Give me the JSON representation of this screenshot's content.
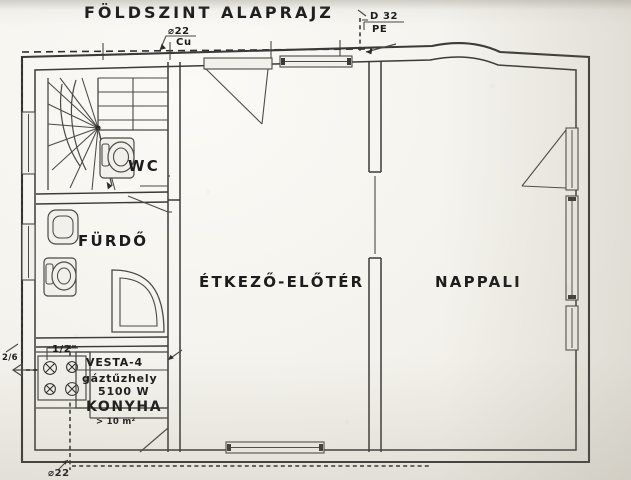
{
  "document": {
    "title": "FÖLDSZINT ALAPRAJZ",
    "kind": "hand-drawn architectural floor plan",
    "language": "Hungarian",
    "paper_color": "#f4f2ec",
    "ink_color": "#2b2b29"
  },
  "rooms": [
    {
      "id": "wc",
      "label": "WC",
      "meaning": "toilet"
    },
    {
      "id": "furdo",
      "label": "FÜRDŐ",
      "meaning": "bathroom"
    },
    {
      "id": "konyha",
      "label": "KONYHA",
      "meaning": "kitchen"
    },
    {
      "id": "etkezo",
      "label": "ÉTKEZŐ-ELŐTÉR",
      "meaning": "dining room - entrance hall"
    },
    {
      "id": "nappali",
      "label": "NAPPALI",
      "meaning": "living room"
    }
  ],
  "annotations": {
    "pipe_top": {
      "diameter": "⌀22",
      "material": "Cu"
    },
    "pipe_bottom": {
      "diameter": "⌀22"
    },
    "service_line": {
      "size": "D 32",
      "material": "PE"
    },
    "branch": {
      "size": "1/2\""
    },
    "meter_mark": "2/6"
  },
  "appliance_box": {
    "model": "VESTA-4",
    "type": "gáztűzhely",
    "power": "5100 W",
    "room": "KONYHA",
    "area_note": "> 10 m²"
  },
  "fixtures": [
    {
      "name": "spiral-staircase",
      "count": 1
    },
    {
      "name": "toilet",
      "count": 2
    },
    {
      "name": "washbasin",
      "count": 1
    },
    {
      "name": "corner-shower",
      "count": 1
    },
    {
      "name": "gas-cooktop-burner",
      "count": 4
    }
  ],
  "openings": {
    "doors": 4,
    "windows": 5
  }
}
